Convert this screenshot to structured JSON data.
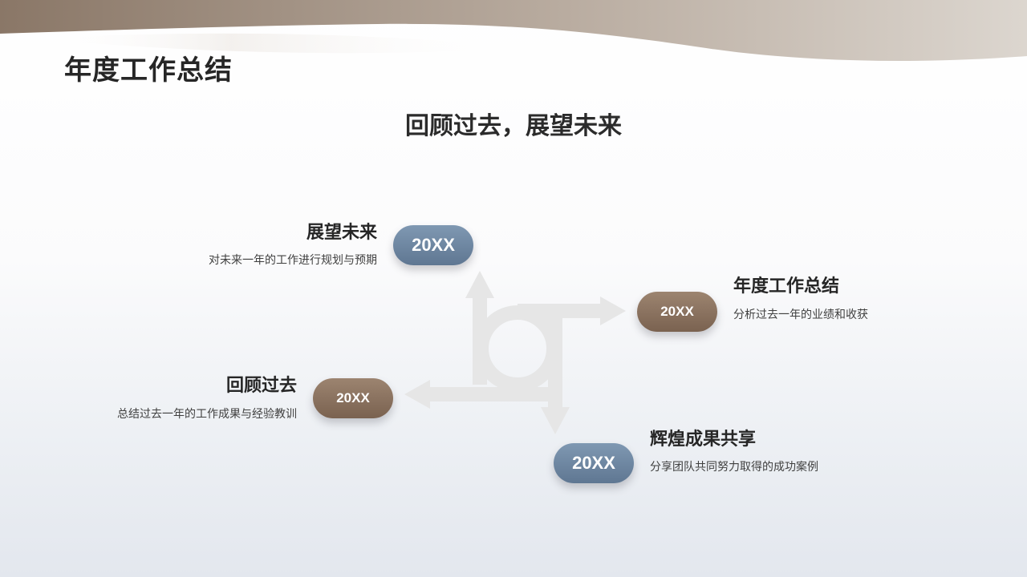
{
  "slide": {
    "title": "年度工作总结",
    "subtitle": "回顾过去，展望未来"
  },
  "colors": {
    "wave_dark": "#8a7767",
    "wave_light": "#d8d2cb",
    "pill_blue": "#6f879f",
    "pill_brown": "#8b7360",
    "arrow_gray": "#e6e6e6"
  },
  "items": [
    {
      "year": "20XX",
      "title": "展望未来",
      "description": "对未来一年的工作进行规划与预期",
      "pill_color": "blue",
      "icon": "arrow-up-icon"
    },
    {
      "year": "20XX",
      "title": "年度工作总结",
      "description": "分析过去一年的业绩和收获",
      "pill_color": "brown",
      "icon": "arrow-right-icon"
    },
    {
      "year": "20XX",
      "title": "回顾过去",
      "description": "总结过去一年的工作成果与经验教训",
      "pill_color": "brown",
      "icon": "arrow-left-icon"
    },
    {
      "year": "20XX",
      "title": "辉煌成果共享",
      "description": "分享团队共同努力取得的成功案例",
      "pill_color": "blue",
      "icon": "arrow-down-icon"
    }
  ]
}
